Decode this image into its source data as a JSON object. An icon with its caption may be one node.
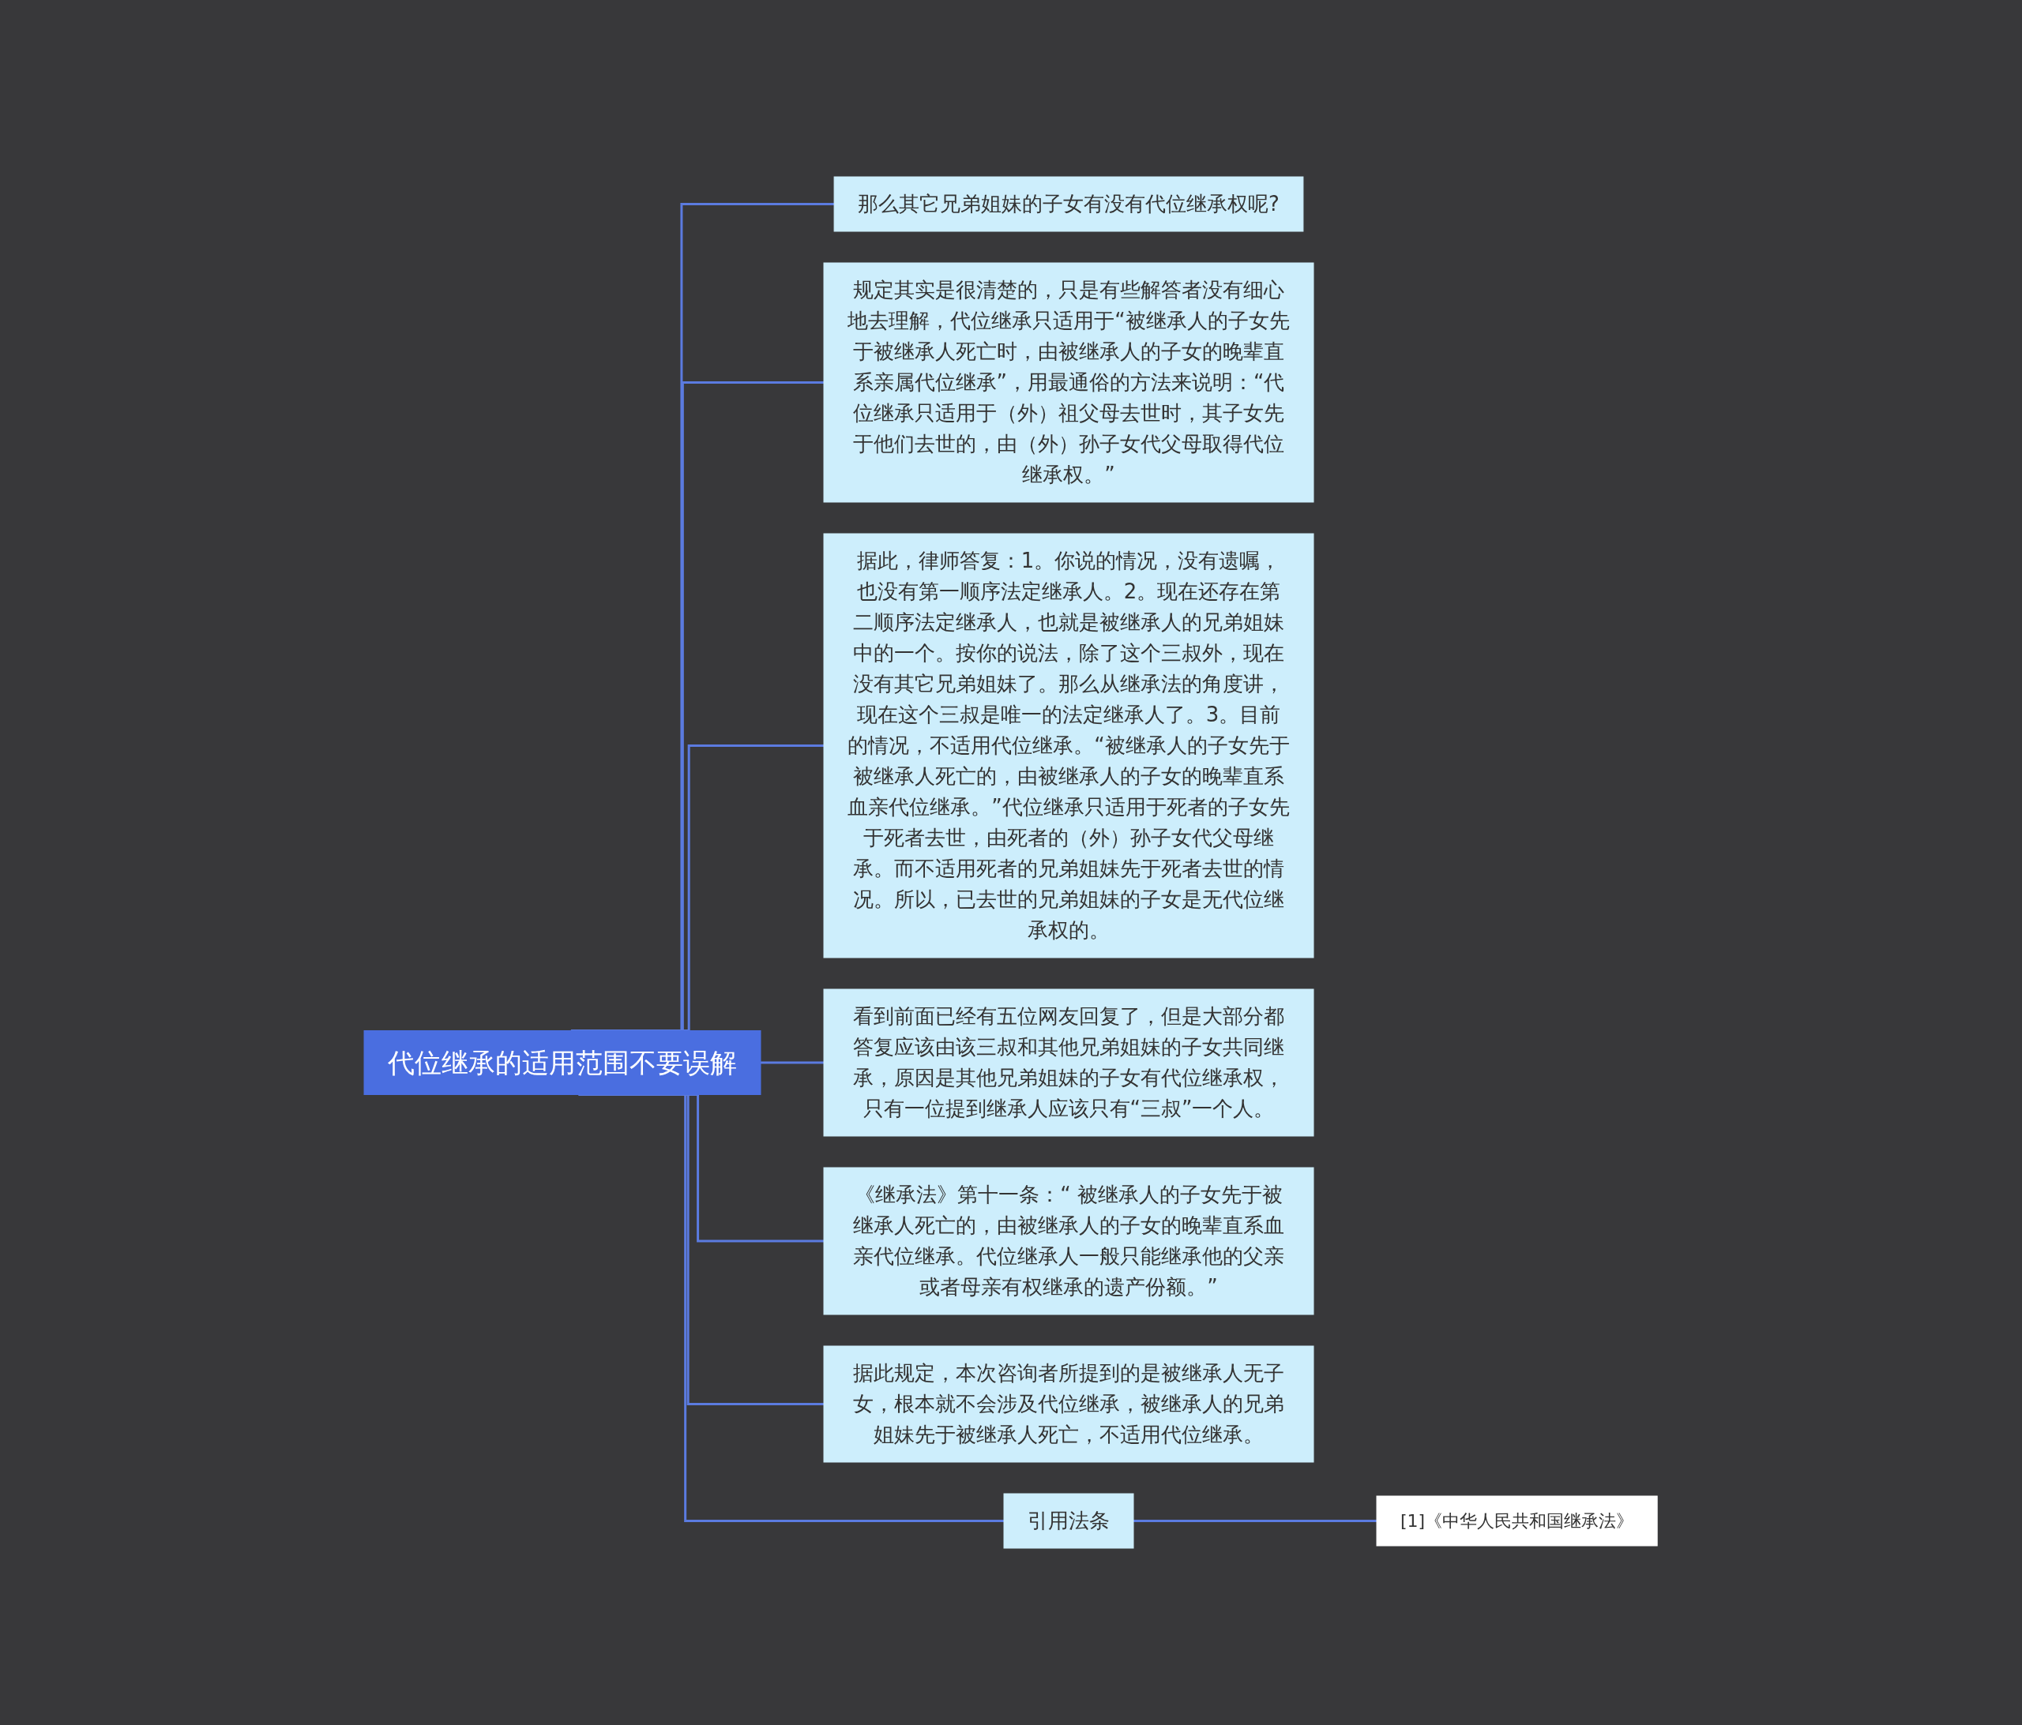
{
  "diagram": {
    "nodes": [
      {
        "text": [
          "代位继承的适用范围不要误解"
        ]
      },
      {
        "text": [
          "那么其它兄弟姐妹的子女有没有代位继承权呢?"
        ]
      },
      {
        "text": [
          "规定其实是很清楚的，只是有些解答者没有细心地去理解，代位继承只适用于“被继承人的子女先于被继承人死亡时，由被继承人的子女的晚辈直系亲属代位继承”，用最通俗的方法来说明：“代位继承只适用于（外）祖父母去世时，其子女先于他们去世的，由（外）孙子女代父母取得代位继承权。”"
        ]
      },
      {
        "text": [
          "据此，律师答复：1。你说的情况，没有遗嘱，也没有第一顺序法定继承人。2。现在还存在第二顺序法定继承人，也就是被继承人的兄弟姐妹中的一个。按你的说法，除了这个三叔外，现在没有其它兄弟姐妹了。那么从继承法的角度讲，现在这个三叔是唯一的法定继承人了。3。目前的情况，不适用代位继承。“被继承人的子女先于被继承人死亡的，由被继承人的子女的晚辈直系血亲代位继承。”代位继承只适用于死者的子女先于死者去世，由死者的（外）孙子女代父母继承。而不适用死者的兄弟姐妹先于死者去世的情况。所以，已去世的兄弟姐妹的子女是无代位继承权的。"
        ]
      },
      {
        "text": [
          "看到前面已经有五位网友回复了，但是大部分都答复应该由该三叔和其他兄弟姐妹的子女共同继承，原因是其他兄弟姐妹的子女有代位继承权，只有一位提到继承人应该只有“三叔”一个人。"
        ]
      },
      {
        "text": [
          "《继承法》第十一条：“ 被继承人的子女先于被继承人死亡的，由被继承人的子女的晚辈直系血亲代位继承。代位继承人一般只能继承他的父亲或者母亲有权继承的遗产份额。”"
        ]
      },
      {
        "text": [
          "据此规定，本次咨询者所提到的是被继承人无子女，根本就不会涉及代位继承，被继承人的兄弟姐妹先于被继承人死亡，不适用代位继承。"
        ]
      },
      {
        "text": [
          "引用法条"
        ]
      },
      {
        "text": [
          "[1]《中华人民共和国继承法》"
        ]
      }
    ],
    "edges": [
      {
        "from": 0,
        "to": 1,
        "arrow": "none"
      },
      {
        "from": 0,
        "to": 2,
        "arrow": "none"
      },
      {
        "from": 0,
        "to": 3,
        "arrow": "none"
      },
      {
        "from": 0,
        "to": 4,
        "arrow": "none"
      },
      {
        "from": 0,
        "to": 5,
        "arrow": "none"
      },
      {
        "from": 0,
        "to": 6,
        "arrow": "none"
      },
      {
        "from": 0,
        "to": 7,
        "arrow": "none"
      },
      {
        "from": 7,
        "to": 8,
        "arrow": "none"
      }
    ]
  }
}
